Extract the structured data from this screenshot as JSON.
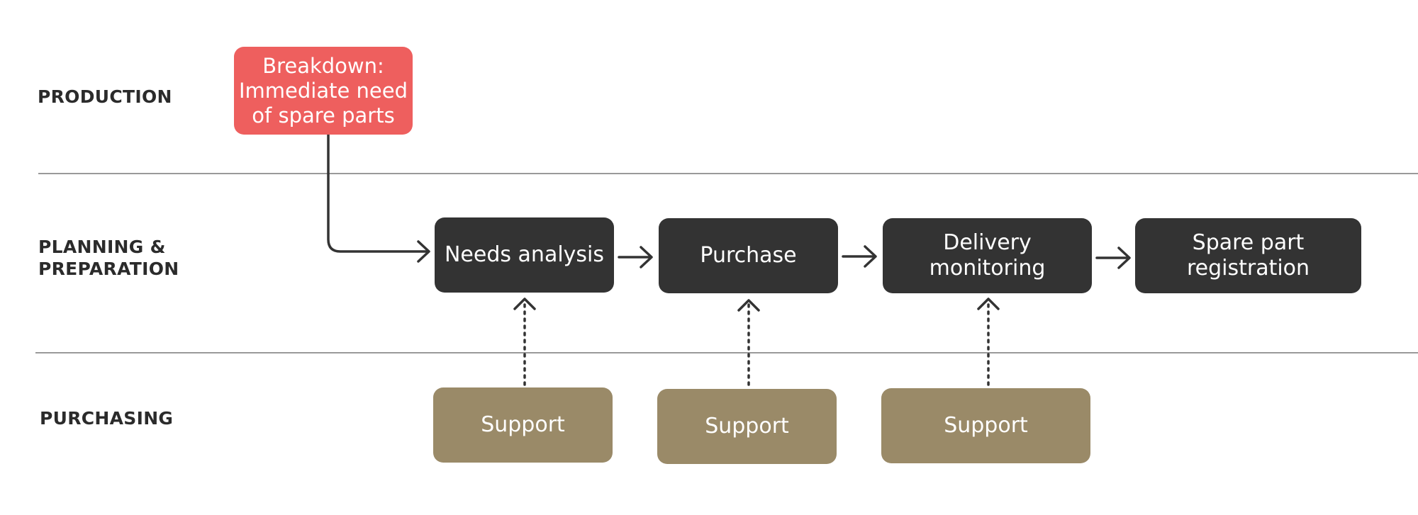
{
  "lanes": {
    "production": "PRODUCTION",
    "planning_line1": "PLANNING &",
    "planning_line2": "PREPARATION",
    "purchasing": "PURCHASING"
  },
  "trigger": {
    "line1": "Breakdown:",
    "line2": "Immediate need",
    "line3": "of spare parts"
  },
  "steps": {
    "needs_analysis": "Needs analysis",
    "purchase": "Purchase",
    "delivery_line1": "Delivery",
    "delivery_line2": "monitoring",
    "registration_line1": "Spare part",
    "registration_line2": "registration"
  },
  "support": {
    "s1": "Support",
    "s2": "Support",
    "s3": "Support"
  },
  "colors": {
    "trigger": "#ee5f5e",
    "step": "#333333",
    "support": "#9a8a68",
    "divider": "#9a9a9a",
    "arrow": "#333333"
  }
}
